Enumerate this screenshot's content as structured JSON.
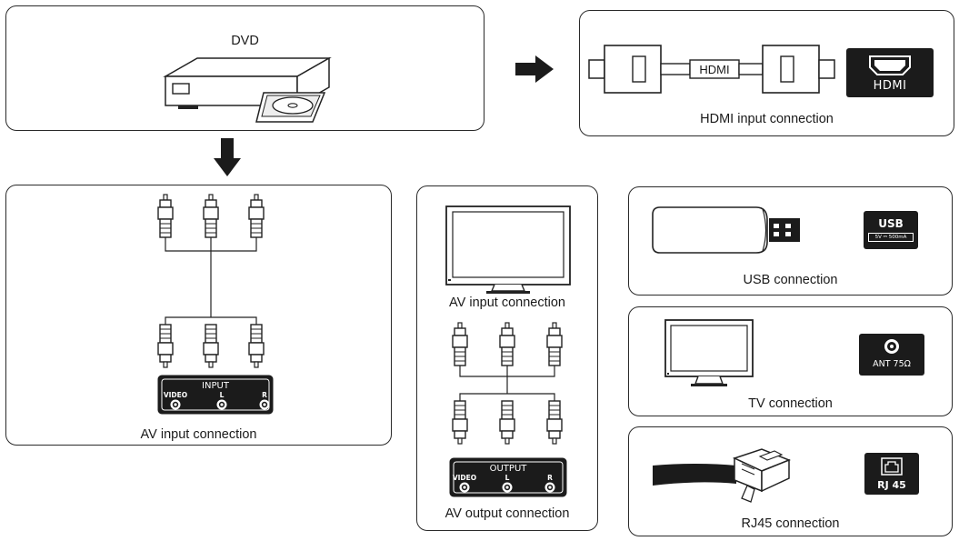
{
  "dvd": {
    "title": "DVD"
  },
  "hdmi": {
    "cable_label": "HDMI",
    "port_label": "HDMI",
    "caption": "HDMI input connection"
  },
  "av_in": {
    "caption": "AV input connection",
    "panel": {
      "title": "INPUT",
      "video": "VIDEO",
      "left": "L",
      "right": "R"
    }
  },
  "av_out": {
    "tv_caption": "AV input connection",
    "caption": "AV output connection",
    "panel": {
      "title": "OUTPUT",
      "video": "VIDEO",
      "left": "L",
      "right": "R"
    }
  },
  "usb": {
    "port_label": "USB",
    "port_sub": "5V ⎓ 500mA",
    "caption": "USB connection"
  },
  "tv": {
    "port_label": "ANT 75Ω",
    "caption": "TV connection"
  },
  "rj45": {
    "port_label": "RJ 45",
    "caption": "RJ45 connection"
  }
}
